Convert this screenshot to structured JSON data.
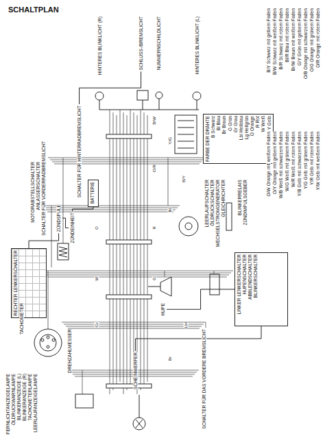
{
  "diagram": {
    "title": "SCHALTPLAN",
    "nodes": [
      {
        "text": [
          "HINTERES BLINKLICHT (R)"
        ]
      },
      {
        "text": [
          "SCHLUSS-/BREMSLICHT"
        ]
      },
      {
        "text": [
          "NUMMERNSCHILDLICHT"
        ]
      },
      {
        "text": [
          "HINTERES BLINKLICHT (L)"
        ]
      },
      {
        "text": [
          "SCHALTER FÜR HINTERRADBREMSLICHT"
        ]
      },
      {
        "text": [
          "BATTERIE"
        ]
      },
      {
        "text": [
          "ZÜNDEINHEIT"
        ]
      },
      {
        "text": [
          "ZÜNDSPULE"
        ]
      },
      {
        "text": [
          "RECHTER LENKERSCHALTER"
        ]
      },
      {
        "text": [
          "TACHOMETER"
        ]
      },
      {
        "text": [
          "DREHZAHLMESSER"
        ]
      },
      {
        "text": [
          "SCHEINWERFER"
        ]
      },
      {
        "text": [
          "HUPE"
        ]
      },
      {
        "text": [
          "SCHALTER FÜR DAS VORDERE BREMSLICHT"
        ]
      },
      {
        "text": [
          "LINKER LENKERSCHALTER",
          "HUPENSCHALTER",
          "ABBLENDSCHALTER",
          "BLINKERSCHALTER"
        ]
      },
      {
        "text": [
          "FARBE DER DRÄHTE",
          "B Schwarz",
          "Bl Blau",
          "Br Braun",
          "G Grün",
          "Gr Grau",
          "Lbl Hellblau",
          "Lg Hellgrün",
          "O Orange",
          "R Rot",
          "W Weiß",
          "Y Gelb"
        ]
      }
    ],
    "edges": [
      {
        "from": 4,
        "to": 1,
        "arrow": "none"
      },
      {
        "from": 5,
        "to": 6,
        "arrow": "none"
      },
      {
        "from": 6,
        "to": 7,
        "arrow": "none"
      },
      {
        "from": 8,
        "to": 7,
        "arrow": "none"
      },
      {
        "from": 12,
        "to": 14,
        "arrow": "none"
      },
      {
        "from": 11,
        "to": 14,
        "arrow": "none"
      }
    ],
    "labels": [
      "MOTORABSTELLSCHALTER",
      "ANLASSERSCHALTER",
      "SCHALTER FÜR VORDERRADBREMSLICHT",
      "FERNLICHTANZEIGELAMPE",
      "ÖLDRUCKWARNLAMPE",
      "BLINKERANZEIGE (L)",
      "BLINKERANZEIGE (R)",
      "TACHOMETERLAMPE",
      "LEERLAUFANZEIGELAMPE",
      "LEERLAUFSCHALTER",
      "ÖLDRUCKSCHALTER",
      "WECHSELSTROMGENERATOR",
      "GLEICHRICHTER",
      "BLINKERRELAIS",
      "ZÜNDIMPULSGEBER",
      "B/Y Schwarz mit gelbem Faden",
      "B/W Schwarz mit weißem Faden",
      "B/R Schwarz mit rotem Faden",
      "Bl/R Blau mit rotem Faden",
      "Br/W Braun mit weißem Faden",
      "G/Y Grün mit gelbem Faden",
      "O/B Orange mit schwarzem Faden",
      "O/G Orange mit grünem Faden",
      "O/R Orange mit rotem Faden",
      "O/W Orange mit weißem Faden",
      "O/Y Orange mit gelbem Faden",
      "W/B Weiß mit schwarzem Faden",
      "W/G Weiß mit grünem Faden",
      "W/R Weiß mit rotem Faden",
      "Y/B Gelb mit schwarzem Faden",
      "Y/G Gelb mit grünem Faden",
      "Y/R Gelb mit rotem Faden",
      "Y/W Gelb mit weißem Faden",
      "B/W",
      "O/R",
      "Y/G",
      "Bl",
      "B/Y",
      "O",
      "W",
      "R",
      "G",
      "Lbl",
      "Br",
      "Gr"
    ]
  }
}
